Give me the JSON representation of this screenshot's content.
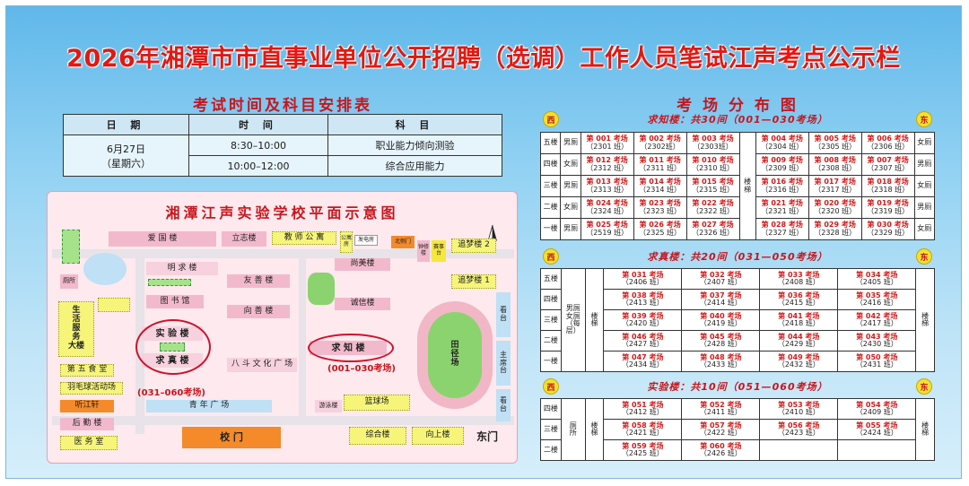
{
  "title": "2026年湘潭市市直事业单位公开招聘（选调）工作人员笔试江声考点公示栏",
  "schedule": {
    "heading": "考试时间及科目安排表",
    "headers": {
      "date": "日 期",
      "time": "时 间",
      "subject": "科 目"
    },
    "date_line1": "6月27日",
    "date_line2": "（星期六）",
    "rows": [
      {
        "time": "8:30–10:00",
        "subject": "职业能力倾向测验"
      },
      {
        "time": "10:00–12:00",
        "subject": "综合应用能力"
      }
    ]
  },
  "map": {
    "heading": "湘潭江声实验学校平面示意图",
    "buildings": {
      "aiguo": "爱 国 楼",
      "lizhi": "立志楼",
      "jiaoshi": "教 师 公 寓",
      "gongyufang": "公寓房",
      "fadianfang": "发电房",
      "beiyuanmen": "北侧门",
      "zhongxiu": "钟修楼",
      "lingzi": "赛事台",
      "zijin1": "追梦楼 2",
      "zijin2": "追梦楼 1",
      "cesuo": "厕所",
      "mingqiu": "明 求 楼",
      "youshan": "友 善 楼",
      "shangmei": "尚美楼",
      "chengxin": "诚信楼",
      "tushuguan": "图 书 馆",
      "xiangshan": "向 善 楼",
      "shenghuo": "生\n活\n服\n务\n大楼",
      "shiyan": "实 验 楼",
      "qiuzhen": "求 真 楼",
      "bajiu": "八 斗 文 化 广 场",
      "qiuzhi": "求 知 楼",
      "qiuzhi_rooms": "(001–030考场)",
      "dining": "第 五 食 堂",
      "badminton": "羽毛球活动场",
      "tingjiang": "听江轩",
      "houqin": "后 勤 楼",
      "left_rooms": "(031–060考场)",
      "plaza": "青  年  广  场",
      "yuanyi": "篮球场",
      "jiankang": "游泳楼",
      "field": "田\n径\n场",
      "xiangtai1": "看\n台",
      "xiangtai2": "主\n席\n台",
      "xiangtai3": "看\n台",
      "yiwu": "医 务 室",
      "gate": "校    门",
      "zonghe": "综合楼",
      "xiangshang": "向上楼",
      "east_gate": "东门"
    }
  },
  "layout_title": "考 场 分 布 图",
  "directions": {
    "west": "西",
    "east": "东"
  },
  "qiuzhi_block": {
    "title": "求知楼：共30间（001—030考场）",
    "rows": [
      {
        "floor": "五楼",
        "left": "男厕",
        "rooms_left": [
          [
            "第 001 考场",
            "（2301 班）"
          ],
          [
            "第 002 考场",
            "（2302班）"
          ],
          [
            "第 003 考场",
            "（2303班）"
          ]
        ],
        "rooms_right": [
          [
            "第 004 考场",
            "（2304 班）"
          ],
          [
            "第 005 考场",
            "（2305 班）"
          ],
          [
            "第 006 考场",
            "（2306 班）"
          ]
        ],
        "right": "女厕"
      },
      {
        "floor": "四楼",
        "left": "女厕",
        "rooms_left": [
          [
            "第 012 考场",
            "（2312 班）"
          ],
          [
            "第 011 考场",
            "（2311 班）"
          ],
          [
            "第 010 考场",
            "（2310 班）"
          ]
        ],
        "rooms_right": [
          [
            "第 009 考场",
            "（2309 班）"
          ],
          [
            "第 008 考场",
            "（2308 班）"
          ],
          [
            "第 007 考场",
            "（2307 班）"
          ]
        ],
        "right": "男厕"
      },
      {
        "floor": "三楼",
        "left": "男厕",
        "rooms_left": [
          [
            "第 013 考场",
            "（2313 班）"
          ],
          [
            "第 014 考场",
            "（2314 班）"
          ],
          [
            "第 015 考场",
            "（2315 班）"
          ]
        ],
        "rooms_right": [
          [
            "第 016 考场",
            "（2316 班）"
          ],
          [
            "第 017 考场",
            "（2317 班）"
          ],
          [
            "第 018 考场",
            "（2318 班）"
          ]
        ],
        "right": "女厕"
      },
      {
        "floor": "二楼",
        "left": "女厕",
        "rooms_left": [
          [
            "第 024 考场",
            "（2324 班）"
          ],
          [
            "第 023 考场",
            "（2323 班）"
          ],
          [
            "第 022 考场",
            "（2322 班）"
          ]
        ],
        "rooms_right": [
          [
            "第 021 考场",
            "（2321 班）"
          ],
          [
            "第 020 考场",
            "（2320 班）"
          ],
          [
            "第 019 考场",
            "（2319 班）"
          ]
        ],
        "right": "男厕"
      },
      {
        "floor": "一楼",
        "left": "男厕",
        "rooms_left": [
          [
            "第 025 考场",
            "（2519 班）"
          ],
          [
            "第 026 考场",
            "（2325 班）"
          ],
          [
            "第 027 考场",
            "（2326 班）"
          ]
        ],
        "rooms_right": [
          [
            "第 028 考场",
            "（2327 班）"
          ],
          [
            "第 029 考场",
            "（2328 班）"
          ],
          [
            "第 030 考场",
            "（2329 班）"
          ]
        ],
        "right": "女厕"
      }
    ],
    "stair": "楼\n梯"
  },
  "qiuzhen_block": {
    "title": "求真楼：共20间（031—050考场）",
    "toilet": "男厕\n女厕\n（每\n层）",
    "stair": "楼\n梯",
    "rows": [
      {
        "floor": "五楼",
        "rooms": [
          [
            "第 031 考场",
            "（2406 班）"
          ],
          [
            "第 032 考场",
            "（2407 班）"
          ],
          [
            "第 033 考场",
            "（2408 班）"
          ],
          [
            "第 034 考场",
            "（2405 班）"
          ]
        ]
      },
      {
        "floor": "四楼",
        "rooms": [
          [
            "第 038 考场",
            "（2413 班）"
          ],
          [
            "第 037 考场",
            "（2414 班）"
          ],
          [
            "第 036 考场",
            "（2415 班）"
          ],
          [
            "第 035 考场",
            "（2416 班）"
          ]
        ]
      },
      {
        "floor": "三楼",
        "rooms": [
          [
            "第 039 考场",
            "（2420 班）"
          ],
          [
            "第 040 考场",
            "（2419 班）"
          ],
          [
            "第 041 考场",
            "（2418 班）"
          ],
          [
            "第 042 考场",
            "（2417 班）"
          ]
        ]
      },
      {
        "floor": "二楼",
        "rooms": [
          [
            "第 046 考场",
            "（2427 班）"
          ],
          [
            "第 045 考场",
            "（2428 班）"
          ],
          [
            "第 044 考场",
            "（2429 班）"
          ],
          [
            "第 043 考场",
            "（2430 班）"
          ]
        ]
      },
      {
        "floor": "一楼",
        "rooms": [
          [
            "第 047 考场",
            "（2434 班）"
          ],
          [
            "第 048 考场",
            "（2433 班）"
          ],
          [
            "第 049 考场",
            "（2432 班）"
          ],
          [
            "第 050 考场",
            "（2431 班）"
          ]
        ]
      }
    ]
  },
  "shiyan_block": {
    "title": "实验楼：共10间（051—060考场）",
    "toilet": "厕\n所",
    "stair": "楼\n梯",
    "rows": [
      {
        "floor": "四楼",
        "rooms": [
          [
            "第 051 考场",
            "（2412 班）"
          ],
          [
            "第 052 考场",
            "（2411 班）"
          ],
          [
            "第 053 考场",
            "（2410 班）"
          ],
          [
            "第 054 考场",
            "（2409 班）"
          ]
        ]
      },
      {
        "floor": "三楼",
        "rooms": [
          [
            "第 058 考场",
            "（2421 班）"
          ],
          [
            "第 057 考场",
            "（2422 班）"
          ],
          [
            "第 056 考场",
            "（2423 班）"
          ],
          [
            "第 055 考场",
            "（2424 班）"
          ]
        ]
      },
      {
        "floor": "二楼",
        "rooms": [
          [
            "第 059 考场",
            "（2425 班）"
          ],
          [
            "第 060 考场",
            "（2426 班）"
          ]
        ]
      }
    ]
  }
}
